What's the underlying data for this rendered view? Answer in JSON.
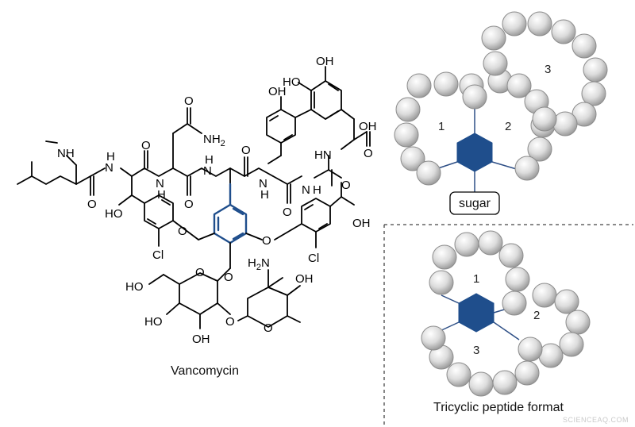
{
  "molecule": {
    "caption": "Vancomycin",
    "labels": {
      "nh_methyl": "NH",
      "amide_n": "N",
      "h": "H",
      "o": "O",
      "oh": "OH",
      "ho": "HO",
      "nh2_main": "NH",
      "nh2_sub": "2",
      "h2n_main": "H",
      "h2n_sub": "2",
      "h2n_tail": "N",
      "hn": "HN",
      "cl": "Cl"
    }
  },
  "schematic_top": {
    "ring_labels": [
      "1",
      "2",
      "3"
    ],
    "sugar_label": "sugar"
  },
  "schematic_bottom": {
    "ring_labels": [
      "1",
      "2",
      "3"
    ],
    "caption": "Tricyclic peptide format"
  },
  "watermark": "SCIENCEAQ.COM",
  "colors": {
    "core_hexagon": "#1f4e8c",
    "bead_fill": "#d9d9d9",
    "bead_stroke": "#8c8c8c"
  }
}
